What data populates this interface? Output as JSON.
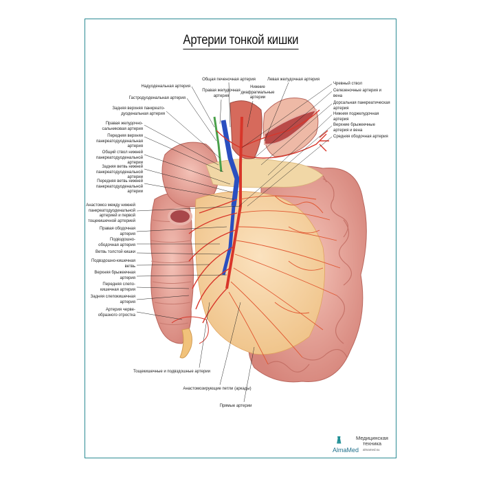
{
  "title": "Артерии тонкой кишки",
  "labels": {
    "top_left": [
      "Надуоденальная артерия",
      "Гастродуоденальная артерия",
      "Задняя верхняя панкреато-\nдуоденальная артерия",
      "Правая желудочно-\nсальниковая артерия",
      "Передняя верхняя\nпанкреатодуоденальная\nартерия",
      "Общий ствол нижней\nпанкреатодуоденальной\nартерии",
      "Задняя ветвь нижней\nпанкреатодуоденальной\nартерии",
      "Передняя ветвь нижней\nпанкреатодуоденальной\nартерии"
    ],
    "top_center": [
      "Общая печеночная артерия",
      "Правая желудочная\nартерия",
      "Нижние\nдиафрагмальные\nартерии",
      "Левая желудочная артерия"
    ],
    "right": [
      "Чревный ствол",
      "Селезеночные артерия и\nвена",
      "Дорсальная панкреатическая\nартерия",
      "Нижняя поджелудочная\nартерия",
      "Верхние брыжеечные\nартерия и вена",
      "Средняя ободочная артерия"
    ],
    "lower_left": [
      "Анастомоз между нижней\nпанкреатодуоденальной\nартерией и первой\nтощекишечной артерией",
      "Правая ободочная\nартерия",
      "Подвздошно-\nободочная артерия",
      "Ветвь толстой кишки",
      "Подвздошно-кишечная\nветвь",
      "Верхняя брыжеечная\nартерия",
      "Передняя слепо-\nкишечная артерия",
      "Задняя слепокишечная\nартерия",
      "Артерия черве-\nобразного отростка"
    ],
    "bottom": [
      "Тощекишечные и подвздошные артерии",
      "Анастомозирующие петли (аркады)",
      "Прямые артерии"
    ]
  },
  "logo": {
    "brand": "AlmaMed",
    "tagline": "Медицинская\nтехника",
    "url": "almamed.su"
  },
  "colors": {
    "frame": "#2a8a93",
    "intestine": "#e8a59c",
    "artery": "#d8362a",
    "vein": "#2a4fc0",
    "mesentery": "#f3cf9a"
  }
}
